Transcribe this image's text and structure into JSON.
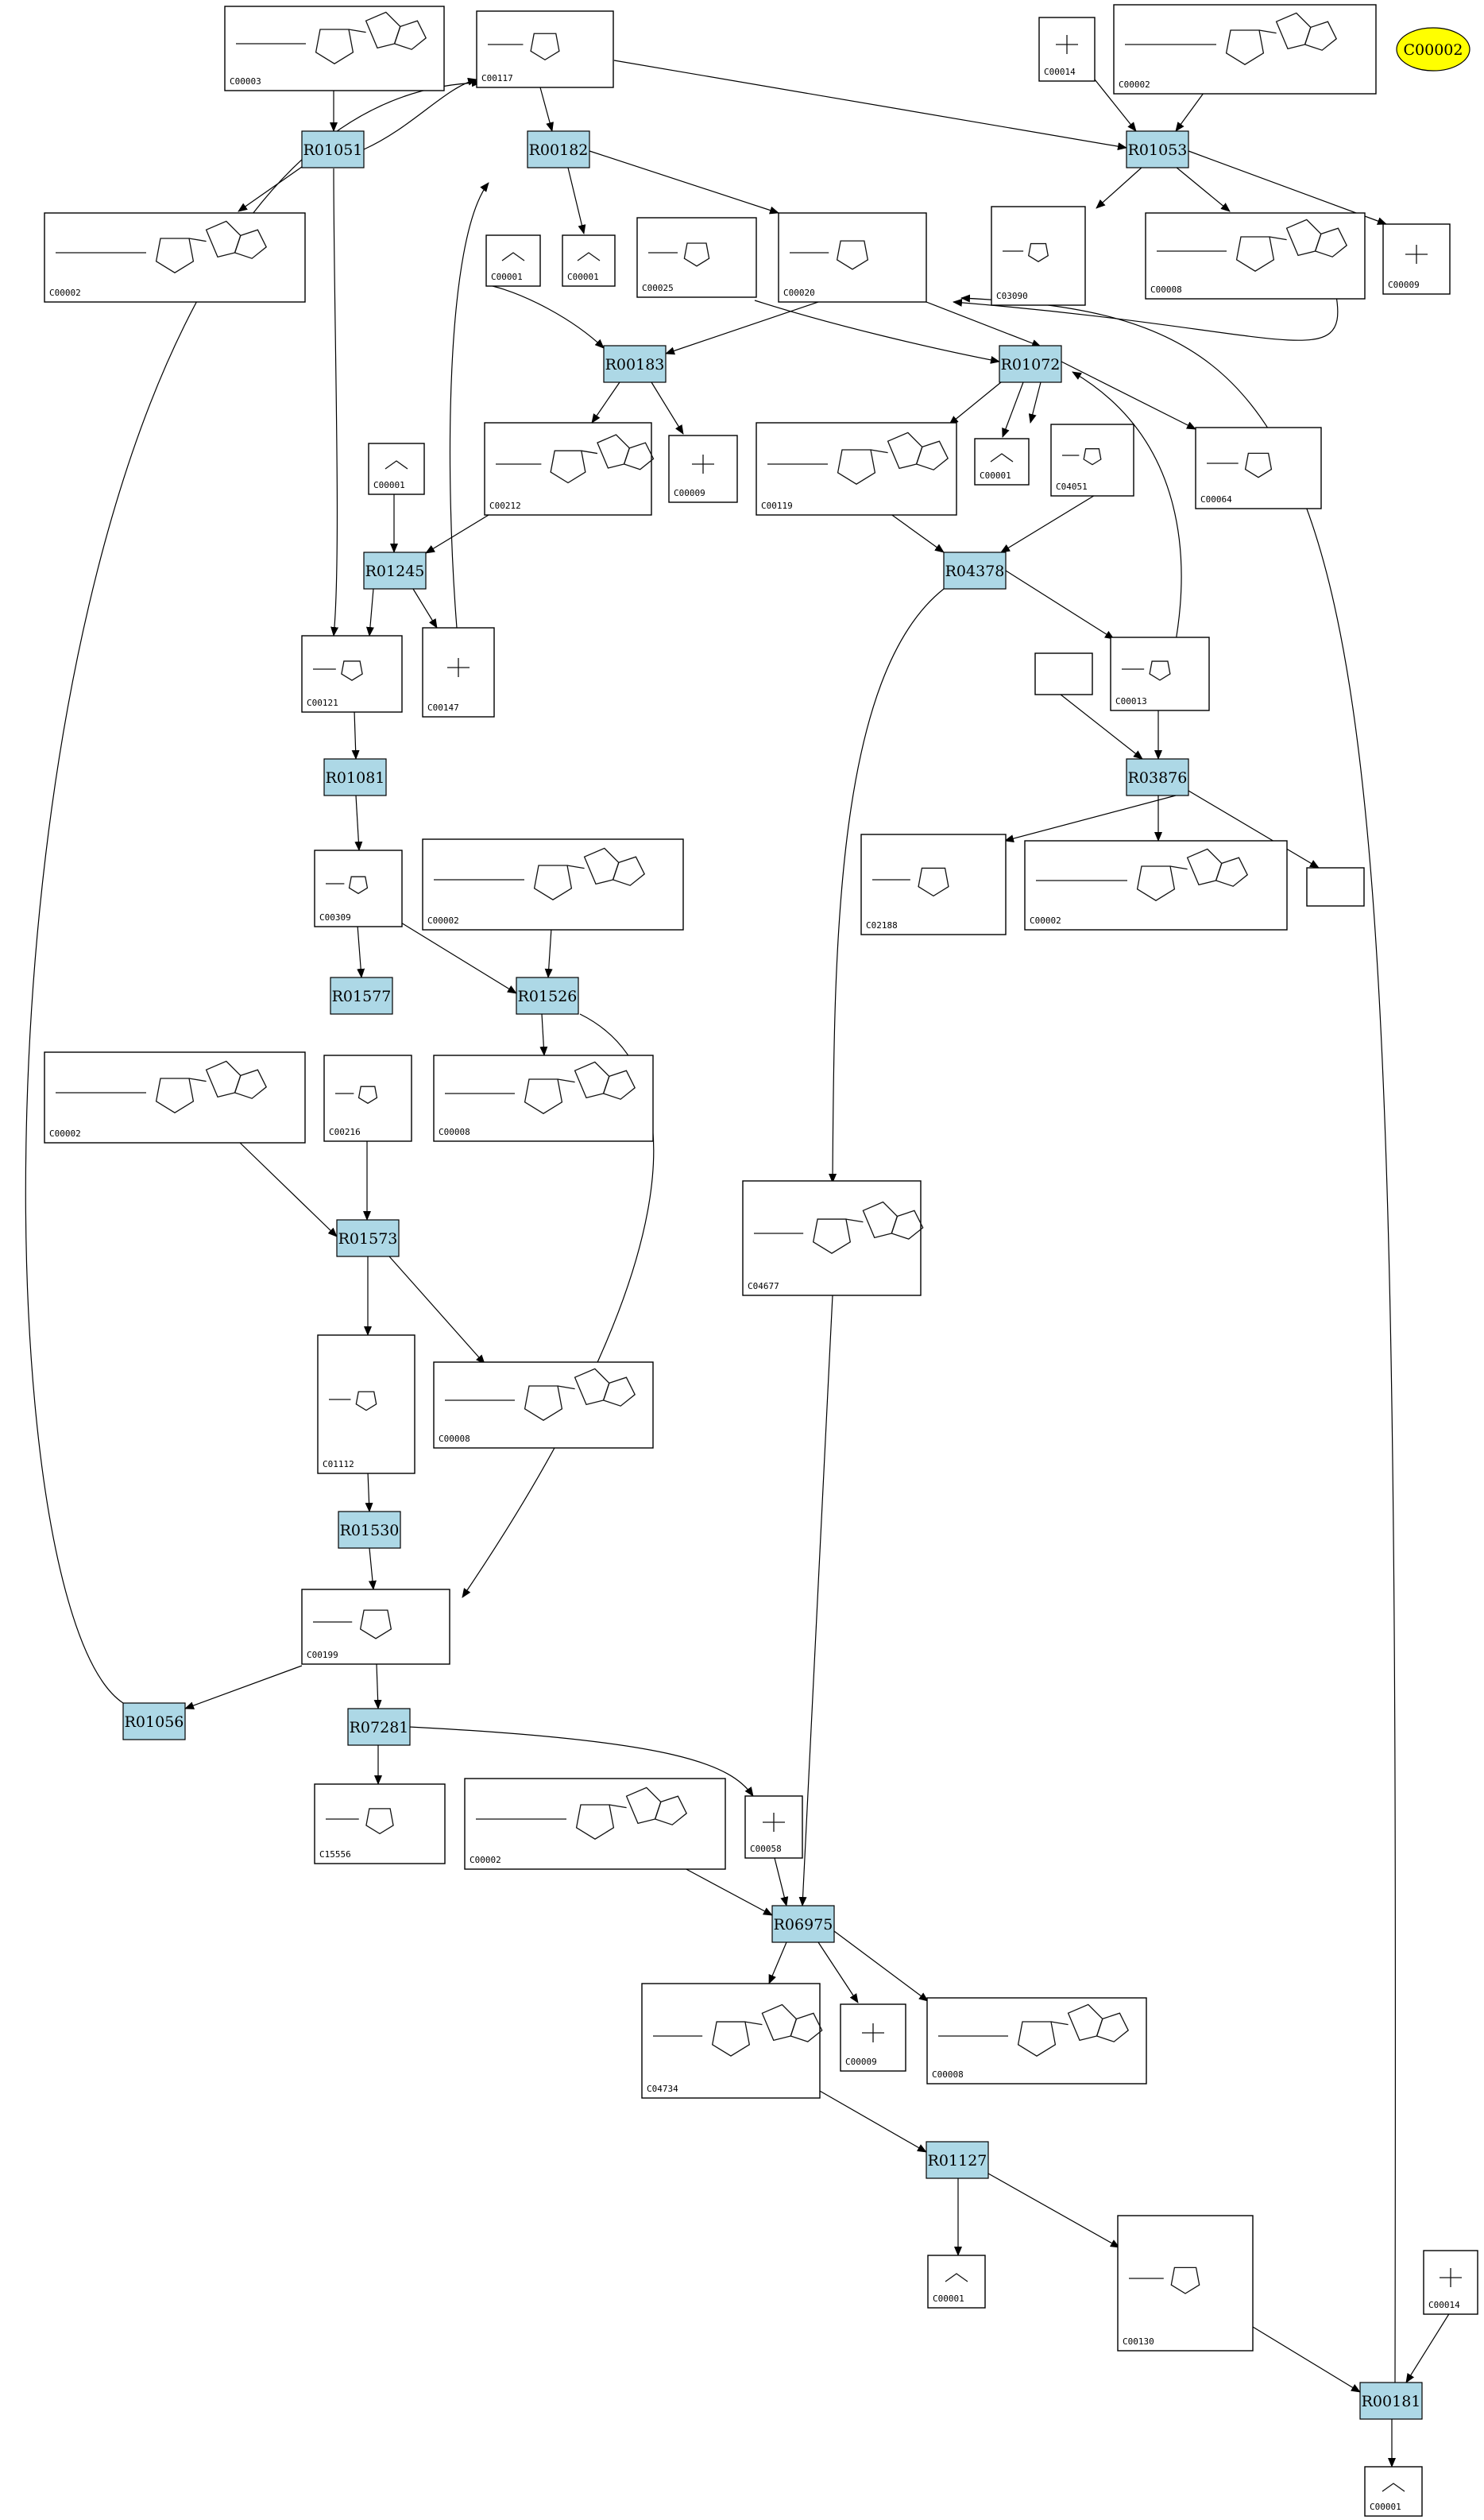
{
  "legend": {
    "label": "C00002",
    "color": "#ffff00"
  },
  "colors": {
    "reaction_fill": "#add8e6",
    "compound_fill": "#ffffff",
    "edge": "#000000"
  },
  "reactions": [
    {
      "id": "R01051"
    },
    {
      "id": "R00182"
    },
    {
      "id": "R01053"
    },
    {
      "id": "R00183"
    },
    {
      "id": "R01072"
    },
    {
      "id": "R01245"
    },
    {
      "id": "R04378"
    },
    {
      "id": "R03876"
    },
    {
      "id": "R01081"
    },
    {
      "id": "R01577"
    },
    {
      "id": "R01526"
    },
    {
      "id": "R01573"
    },
    {
      "id": "R01530"
    },
    {
      "id": "R01056"
    },
    {
      "id": "R07281"
    },
    {
      "id": "R06975"
    },
    {
      "id": "R01127"
    },
    {
      "id": "R00181"
    }
  ],
  "compounds": [
    {
      "id": "C00003",
      "struct": "HO-P-O-P-O ribose adenosine"
    },
    {
      "id": "C00117",
      "struct": "HO-P-O ribose OH OH"
    },
    {
      "id": "C00014",
      "struct": "H-N-H H"
    },
    {
      "id": "C00002",
      "struct": "HO-P-O-P-O-P-O adenosine"
    },
    {
      "id": "C00002",
      "struct": "HO-P-O-P-O-P-O adenosine"
    },
    {
      "id": "C00001",
      "struct": "H-O-H"
    },
    {
      "id": "C00001",
      "struct": "H-O-H"
    },
    {
      "id": "C00025",
      "struct": "HO-C-C-C-OH NH2"
    },
    {
      "id": "C00020",
      "struct": "HO-P-O adenosine"
    },
    {
      "id": "C03090",
      "struct": "HO-P-O ribose NH2"
    },
    {
      "id": "C00008",
      "struct": "HO-P-O-P-O adenosine"
    },
    {
      "id": "C00009",
      "struct": "HO-P-OH OH"
    },
    {
      "id": "C00001",
      "struct": "H-O-H"
    },
    {
      "id": "C00212",
      "struct": "HO adenosine"
    },
    {
      "id": "C00009",
      "struct": "HO-P-OH OH"
    },
    {
      "id": "C00119",
      "struct": "HO-P-O ribose O-P-O-P-OH"
    },
    {
      "id": "C00001",
      "struct": "H-O-H"
    },
    {
      "id": "C04051",
      "struct": "H2N imidazole"
    },
    {
      "id": "C00064",
      "struct": "HO-C NH2"
    },
    {
      "id": "C00121",
      "struct": "ribose OH"
    },
    {
      "id": "C00147",
      "struct": "NH2 adenine"
    },
    {
      "id": "C00013",
      "struct": "HO-P-O-P-OH"
    },
    {
      "id": "",
      "struct": "blank"
    },
    {
      "id": "C02188",
      "struct": "R NH NH2"
    },
    {
      "id": "C00002",
      "struct": "HO-P-O-P-O-P-O adenosine"
    },
    {
      "id": "",
      "struct": "blank"
    },
    {
      "id": "C00309",
      "struct": "ribulose OH"
    },
    {
      "id": "C00002",
      "struct": "HO-P-O-P-O-P-O adenosine"
    },
    {
      "id": "C00002",
      "struct": "HO-P-O-P-O-P-O adenosine"
    },
    {
      "id": "C00216",
      "struct": "arabinose OH"
    },
    {
      "id": "C00008",
      "struct": "HO-P-O-P-O adenosine"
    },
    {
      "id": "C04677",
      "struct": "HO-P-O ribose NH2"
    },
    {
      "id": "C01112",
      "struct": "H O OH OH OH O-P-OH"
    },
    {
      "id": "C00008",
      "struct": "HO-P-O-P-O adenosine"
    },
    {
      "id": "C00199",
      "struct": "HO O OH OH O-P-OH"
    },
    {
      "id": "C15556",
      "struct": "H3C O-P-OH"
    },
    {
      "id": "C00002",
      "struct": "HO-P-O-P-O-P-O adenosine"
    },
    {
      "id": "C00058",
      "struct": "H-C-O-H"
    },
    {
      "id": "C04734",
      "struct": "HO-P-O ribose NH2 NH"
    },
    {
      "id": "C00009",
      "struct": "HO-P-OH OH"
    },
    {
      "id": "C00008",
      "struct": "HO-P-O-P-O adenosine"
    },
    {
      "id": "C00001",
      "struct": "H-O-H"
    },
    {
      "id": "C00130",
      "struct": "HO-P-O inosine"
    },
    {
      "id": "C00014",
      "struct": "H-N-H H"
    },
    {
      "id": "C00001",
      "struct": "H-O-H"
    }
  ]
}
